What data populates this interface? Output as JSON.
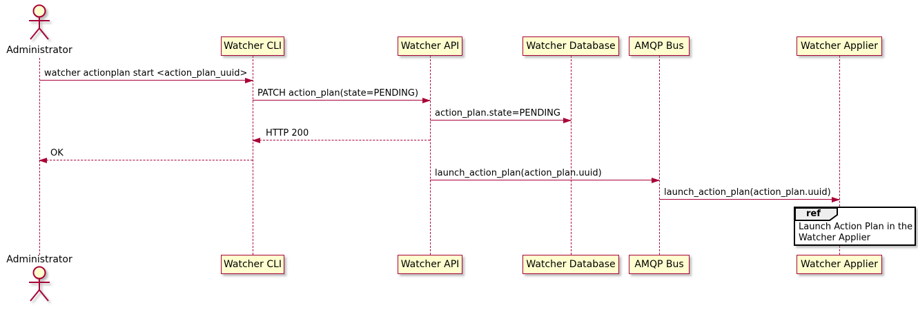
{
  "colors": {
    "accent": "#A80036",
    "participant_fill": "#FEFECE",
    "ref_header_fill": "#EEEEEE",
    "ref_border": "#000000",
    "text_color": "#000000",
    "background": "#FFFFFF"
  },
  "actor": {
    "label": "Administrator"
  },
  "participants": [
    {
      "id": "watcher-cli",
      "label": "Watcher CLI"
    },
    {
      "id": "watcher-api",
      "label": "Watcher API"
    },
    {
      "id": "watcher-database",
      "label": "Watcher Database"
    },
    {
      "id": "amqp-bus",
      "label": "AMQP Bus"
    },
    {
      "id": "watcher-applier",
      "label": "Watcher Applier"
    }
  ],
  "messages": [
    {
      "from": "Administrator",
      "to": "Watcher CLI",
      "label": "watcher actionplan start <action_plan_uuid>",
      "style": "solid"
    },
    {
      "from": "Watcher CLI",
      "to": "Watcher API",
      "label": "PATCH action_plan(state=PENDING)",
      "style": "solid"
    },
    {
      "from": "Watcher API",
      "to": "Watcher Database",
      "label": "action_plan.state=PENDING",
      "style": "solid"
    },
    {
      "from": "Watcher API",
      "to": "Watcher CLI",
      "label": "HTTP 200",
      "style": "dashed"
    },
    {
      "from": "Watcher CLI",
      "to": "Administrator",
      "label": "OK",
      "style": "dashed"
    },
    {
      "from": "Watcher API",
      "to": "AMQP Bus",
      "label": "launch_action_plan(action_plan.uuid)",
      "style": "solid"
    },
    {
      "from": "AMQP Bus",
      "to": "Watcher Applier",
      "label": "launch_action_plan(action_plan.uuid)",
      "style": "solid"
    }
  ],
  "ref": {
    "keyword": "ref",
    "line1": "Launch Action Plan in the",
    "line2": "Watcher Applier"
  }
}
